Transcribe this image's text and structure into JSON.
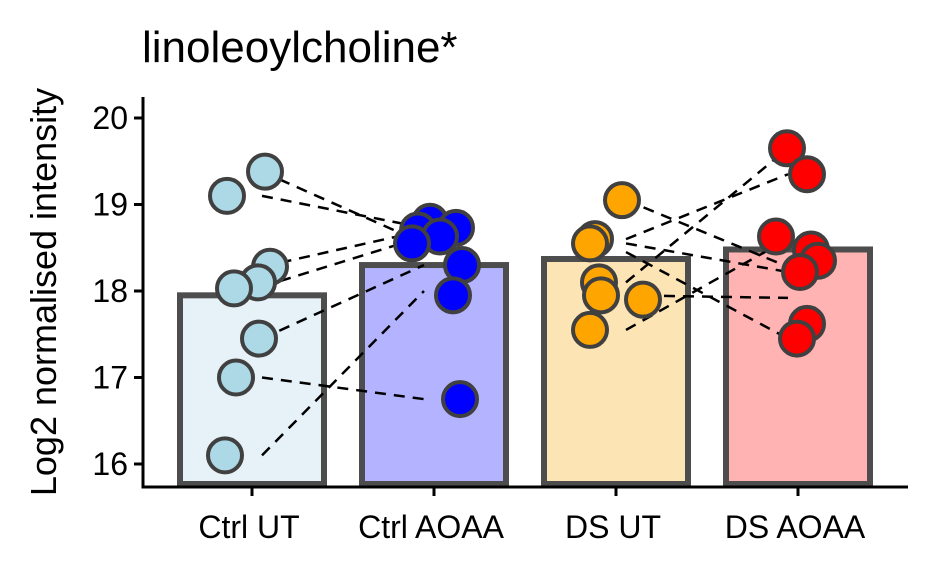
{
  "chart_data": {
    "type": "bar",
    "title": "linoleoylcholine*",
    "xlabel": "",
    "ylabel": "Log2 normalised intensity",
    "ylim": [
      15.75,
      20.25
    ],
    "yticks": [
      16,
      17,
      18,
      19,
      20
    ],
    "categories": [
      "Ctrl UT",
      "Ctrl AOAA",
      "DS UT",
      "DS AOAA"
    ],
    "bar_values": [
      17.95,
      18.3,
      18.37,
      18.48
    ],
    "colors": {
      "bar_fill": [
        "#e6f2f8",
        "#b3b3ff",
        "#fce4b4",
        "#ffb3b3"
      ],
      "point_fill": [
        "#add8e6",
        "#0000ff",
        "#ffa500",
        "#ff0000"
      ],
      "bar_stroke": "#4d4d4d",
      "point_stroke": "#404040"
    },
    "series": [
      {
        "values": [
          16.1,
          18.0
        ]
      },
      {
        "values": [
          17.0,
          16.75
        ]
      },
      {
        "values": [
          17.45,
          18.3
        ]
      },
      {
        "values": [
          18.05,
          18.63
        ]
      },
      {
        "values": [
          18.28,
          18.7
        ]
      },
      {
        "values": [
          19.1,
          18.73
        ]
      },
      {
        "values": [
          19.38,
          18.55
        ]
      },
      {
        "values": [
          17.55,
          18.6
        ]
      },
      {
        "values": [
          17.95,
          17.92
        ]
      },
      {
        "values": [
          18.1,
          19.65
        ]
      },
      {
        "values": [
          18.55,
          18.22
        ]
      },
      {
        "values": [
          18.6,
          19.35
        ]
      },
      {
        "values": [
          19.05,
          18.28
        ]
      },
      {
        "values": [
          18.45,
          17.45
        ]
      }
    ],
    "points": {
      "Ctrl UT": [
        19.38,
        19.1,
        18.28,
        18.1,
        18.03,
        17.45,
        17.0,
        16.1
      ],
      "Ctrl AOAA": [
        18.8,
        18.7,
        18.73,
        18.63,
        18.55,
        18.3,
        17.95,
        16.75
      ],
      "DS UT": [
        19.05,
        18.6,
        18.55,
        18.1,
        17.95,
        17.9,
        17.55
      ],
      "DS AOAA": [
        19.65,
        19.35,
        18.63,
        18.48,
        18.35,
        18.22,
        17.62,
        17.45
      ]
    },
    "grid": false,
    "legend": "none"
  }
}
